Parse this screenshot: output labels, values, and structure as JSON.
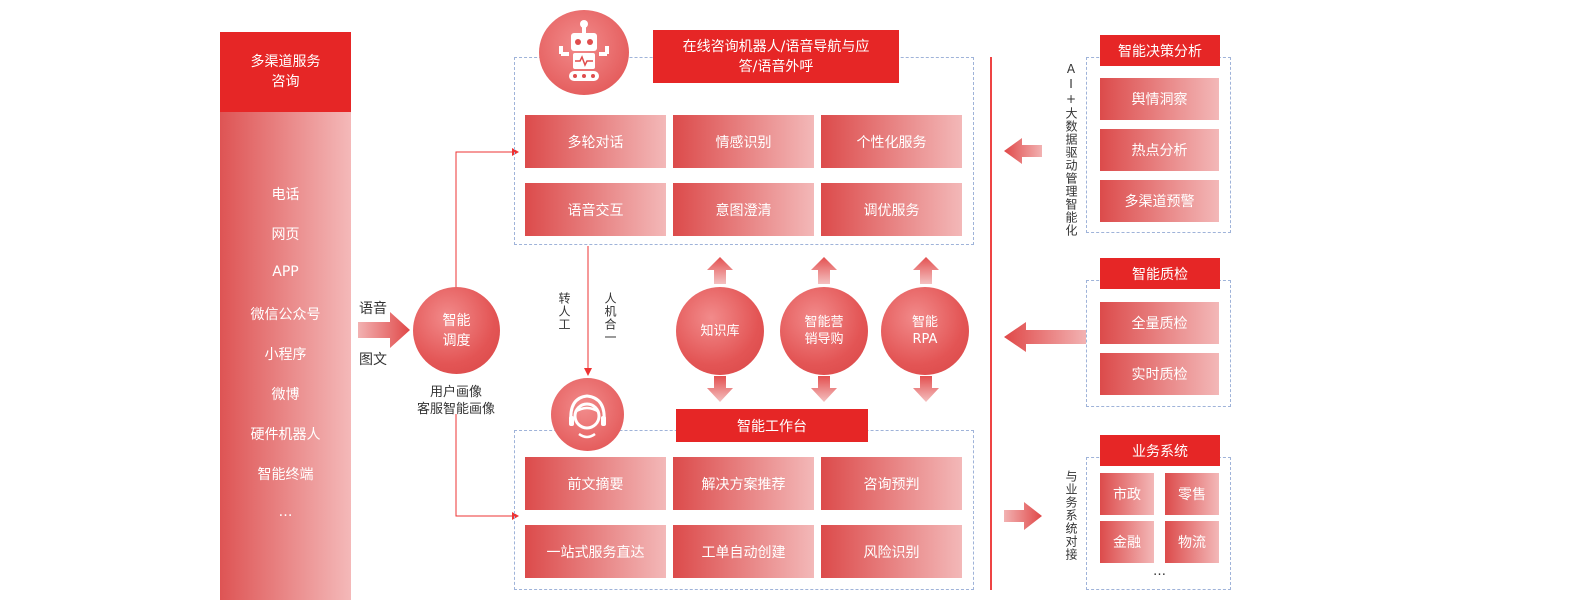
{
  "channels": {
    "title": "多渠道服务\n咨询",
    "items": [
      "电话",
      "网页",
      "APP",
      "微信公众号",
      "小程序",
      "微博",
      "硬件机器人",
      "智能终端",
      "…"
    ]
  },
  "input_labels": {
    "voice": "语音",
    "text": "图文"
  },
  "dispatch": {
    "label": "智能\n调度",
    "caption_line1": "用户画像",
    "caption_line2": "客服智能画像"
  },
  "robot_panel": {
    "title": "在线咨询机器人/语音导航与应\n答/语音外呼",
    "cells": [
      "多轮对话",
      "情感识别",
      "个性化服务",
      "语音交互",
      "意图澄清",
      "调优服务"
    ]
  },
  "transfer": {
    "to_human": "转人工",
    "human_machine": "人机合一"
  },
  "center_circles": [
    "知识库",
    "智能营\n销导购",
    "智能\nRPA"
  ],
  "workbench": {
    "title": "智能工作台",
    "cells": [
      "前文摘要",
      "解决方案推荐",
      "咨询预判",
      "一站式服务直达",
      "工单自动创建",
      "风险识别"
    ]
  },
  "side_labels": {
    "ai_data": "AI+大数据驱动管理智能化",
    "business_link": "与业务系统对接"
  },
  "decision": {
    "title": "智能决策分析",
    "items": [
      "舆情洞察",
      "热点分析",
      "多渠道预警"
    ]
  },
  "quality": {
    "title": "智能质检",
    "items": [
      "全量质检",
      "实时质检"
    ]
  },
  "business": {
    "title": "业务系统",
    "items": [
      "市政",
      "零售",
      "金融",
      "物流"
    ],
    "more": "…"
  },
  "colors": {
    "primary_red": "#e62626",
    "grad_dark": "#dc4b4b",
    "grad_light": "#f3b8b8",
    "dash_blue": "#9fb3d9"
  }
}
